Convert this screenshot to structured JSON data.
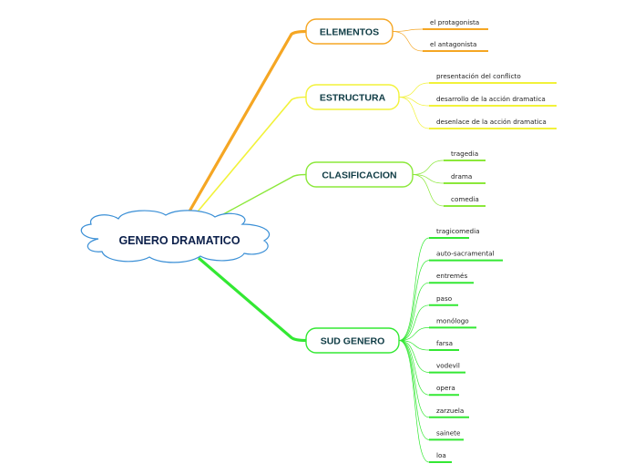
{
  "root": {
    "label": "GENERO DRAMATICO",
    "fill": "#ffffff",
    "stroke": "#3a8fd6"
  },
  "branches": [
    {
      "key": "elementos",
      "label": "ELEMENTOS",
      "color": "#f5a623",
      "leaves": [
        "el protagonista",
        "el antagonista"
      ]
    },
    {
      "key": "estructura",
      "label": "ESTRUCTURA",
      "color": "#f2f23a",
      "leaves": [
        "presentación del conflicto",
        "desarrollo de la acción dramatica",
        "desenlace de la acción dramatica"
      ]
    },
    {
      "key": "clasificacion",
      "label": "CLASIFICACION",
      "color": "#8be83a",
      "leaves": [
        "tragedia",
        "drama",
        "comedia"
      ]
    },
    {
      "key": "sud-genero",
      "label": "SUD GENERO",
      "color": "#33e833",
      "leaves": [
        "tragicomedia",
        "auto-sacramental",
        "entremés",
        "paso",
        "monólogo",
        "farsa",
        "vodevil",
        "opera",
        "zarzuela",
        "sainete",
        "loa"
      ]
    }
  ]
}
